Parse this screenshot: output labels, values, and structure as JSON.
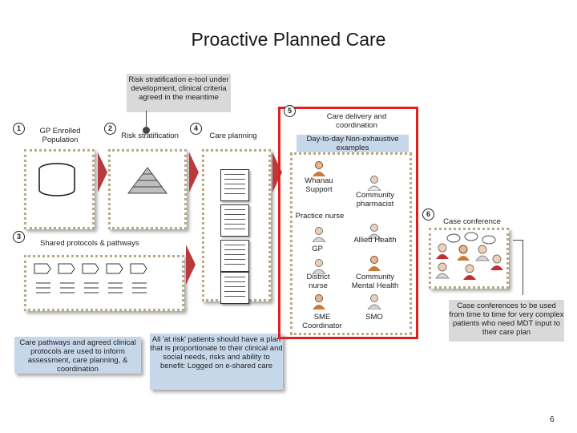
{
  "title": "Proactive Planned Care",
  "risk_tool_note": "Risk stratification e-tool under development, clinical criteria agreed in the meantime",
  "steps": {
    "s1": {
      "num": "1",
      "label": "GP Enrolled Population"
    },
    "s2": {
      "num": "2",
      "label": "Risk stratification"
    },
    "s3": {
      "num": "3",
      "label": "Shared protocols & pathways"
    },
    "s4": {
      "num": "4",
      "label": "Care planning"
    },
    "s5": {
      "num": "5",
      "label": "Care delivery and coordination"
    },
    "s6": {
      "num": "6",
      "label": "Case conference"
    }
  },
  "day_to_day": "Day-to-day Non-exhaustive examples",
  "roles": {
    "whanau": "Whanau Support",
    "pharmacist": "Community pharmacist",
    "practice_nurse": "Practice nurse",
    "allied": "Allied Health",
    "gp": "GP",
    "district_nurse": "District nurse",
    "mental_health": "Community Mental Health",
    "sme": "SME Coordinator",
    "smo": "SMO"
  },
  "pathways_note": "Care pathways and agreed clinical protocols are used to inform assessment, care planning, & coordination",
  "at_risk_note": "All 'at risk' patients should have a plan that is proportionate to their clinical and social needs, risks and ability to benefit: Logged on e-shared care",
  "case_conf_note": "Case conferences to be used from time to time for very complex patients who need MDT input to their care plan",
  "page_number": "6",
  "colors": {
    "accent_red": "#e02020",
    "arrow_red": "#b83a3a",
    "note_blue": "#c7d7ea",
    "note_gray": "#d9d9d9",
    "dotted_border": "#b8aa86"
  }
}
